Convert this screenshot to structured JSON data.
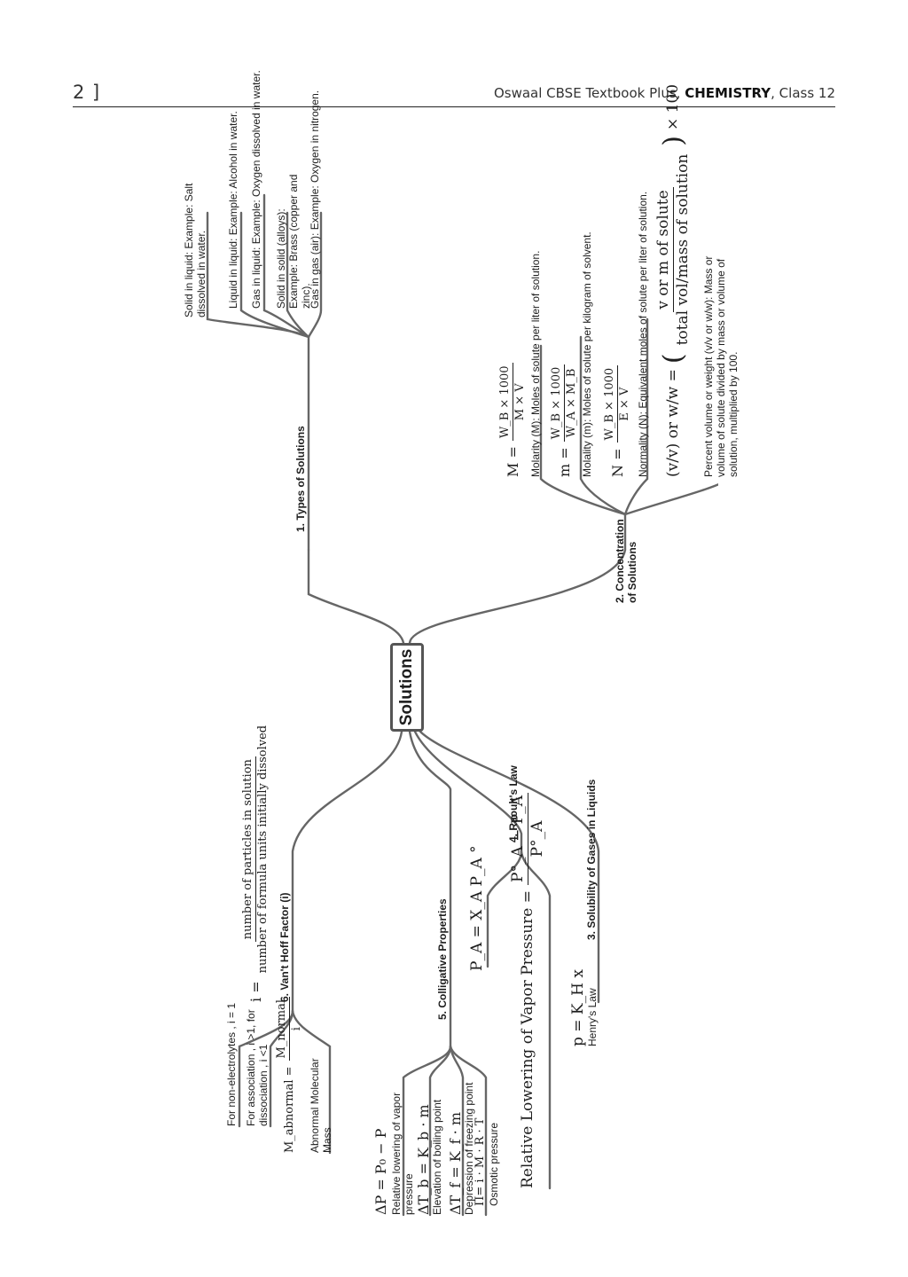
{
  "header": {
    "page_number": "2 ]",
    "book_prefix": "Oswaal CBSE Textbook Plus, ",
    "subject": "CHEMISTRY",
    "class_suffix": ", Class 12"
  },
  "mindmap": {
    "center": "Solutions",
    "types": {
      "label": "1. Types of Solutions",
      "items": [
        "Solid in liquid: Example: Salt dissolved in water.",
        "Liquid in liquid: Example: Alcohol in water.",
        "Gas in liquid: Example: Oxygen dissolved in water.",
        "Solid in solid (alloys): Example: Brass (copper and zinc).",
        "Gas in gas (air): Example: Oxygen in nitrogen."
      ]
    },
    "concentration": {
      "label": "2. Concentration of Solutions",
      "molarity": {
        "lhs": "M =",
        "num": "W_B × 1000",
        "den": "M × V",
        "desc": "Molarity (M): Moles of solute per liter of solution."
      },
      "molality": {
        "lhs": "m =",
        "num": "W_B × 1000",
        "den": "W_A × M_B",
        "desc": "Molality (m): Moles of solute per kilogram of solvent."
      },
      "normality": {
        "lhs": "N =",
        "num": "W_B × 1000",
        "den": "E × V",
        "desc": "Normality (N): Equivalent moles of solute per liter of solution."
      },
      "percent": {
        "lhs": "(v/v) or w/w =",
        "num": "v or m of solute",
        "den": "total vol/mass of solution",
        "mult": "× 100",
        "desc": "Percent volume or weight (v/v or w/w): Mass or volume of solute divided by mass or volume of solution, multiplied by 100."
      }
    },
    "henry": {
      "label": "3. Solubility of Gases in Liquids",
      "formula": "p = K_H x",
      "name": "Henry's Law"
    },
    "raoult": {
      "label": "4. Raoult's Law",
      "formula": "P_A = X_A P_A °",
      "rlvp_lhs": "Relative Lowering of Vapor Pressure =",
      "rlvp_num": "P°_A − P_A",
      "rlvp_den": "P°_A"
    },
    "colligative": {
      "label": "5. Colligative Properties",
      "items": [
        {
          "formula": "ΔP = P₀ − P",
          "desc": "Relative lowering of vapor pressure"
        },
        {
          "formula": "ΔT_b = K_b · m",
          "desc": "Elevation of boiling point"
        },
        {
          "formula": "ΔT_f = K_f · m",
          "desc": "Depression of freezing point"
        },
        {
          "formula": "Π= i · M · R · T",
          "desc": "Osmotic pressure"
        }
      ]
    },
    "vanthoff": {
      "label": "6. Van't Hoff Factor (i)",
      "i_lhs": "i =",
      "i_num": "number of particles in solution",
      "i_den": "number of formula units initially dissolved",
      "nonelectrolyte": "For non-electrolytes , i = 1",
      "association": "For association , i >1, for dissociation , i <1",
      "abn_lhs": "M_abnormal =",
      "abn_num": "M_normal",
      "abn_den": "i",
      "abn_desc": "Abnormal Molecular Mass"
    }
  }
}
